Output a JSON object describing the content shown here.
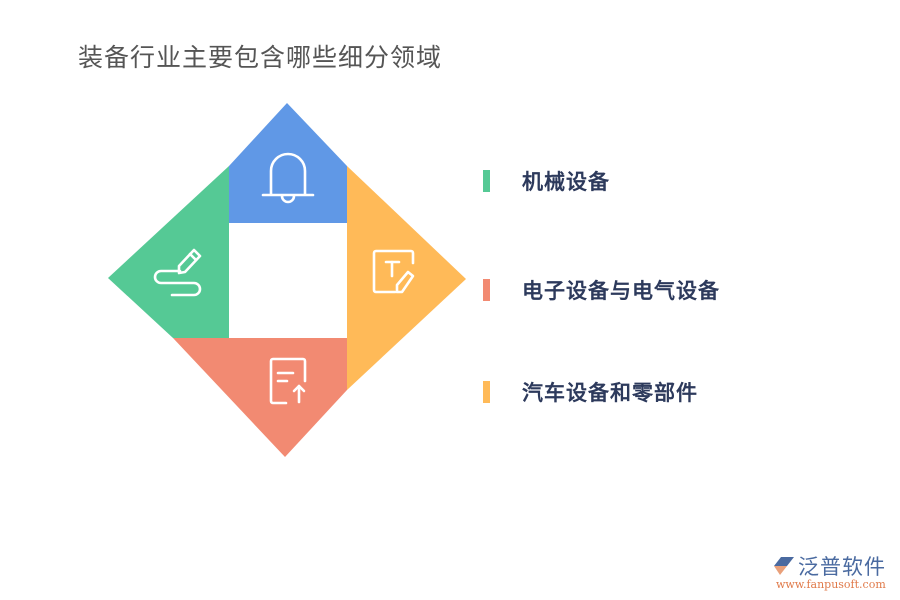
{
  "title": "装备行业主要包含哪些细分领域",
  "colors": {
    "blue": "#6098e6",
    "green": "#55c995",
    "orange": "#ffba58",
    "salmon": "#f28a72",
    "text_dark": "#2d3a5c",
    "title_gray": "#555555"
  },
  "diagram": {
    "segments": [
      {
        "position": "top",
        "color": "#6098e6",
        "icon": "bell-icon"
      },
      {
        "position": "left",
        "color": "#55c995",
        "icon": "pen-scribble-icon"
      },
      {
        "position": "right",
        "color": "#ffba58",
        "icon": "text-edit-icon"
      },
      {
        "position": "bottom",
        "color": "#f28a72",
        "icon": "document-upload-icon"
      }
    ]
  },
  "legend": {
    "items": [
      {
        "label": "机械设备",
        "color": "#55c995"
      },
      {
        "label": "电子设备与电气设备",
        "color": "#f28a72"
      },
      {
        "label": "汽车设备和零部件",
        "color": "#ffba58"
      }
    ]
  },
  "logo": {
    "name": "泛普软件",
    "url": "www.fanpusoft.com"
  }
}
